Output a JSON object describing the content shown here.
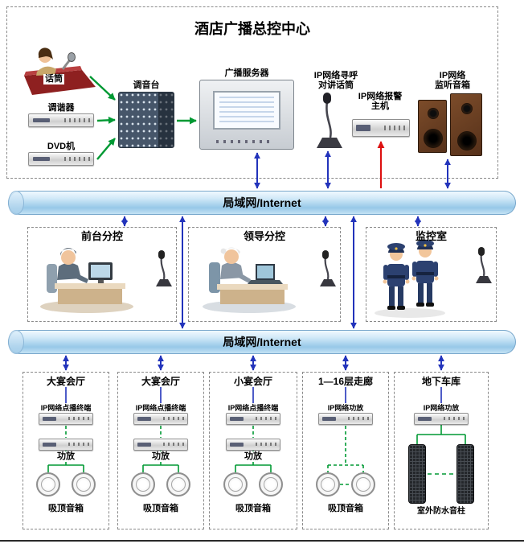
{
  "title": "酒店广播总控中心",
  "network": {
    "lan1": "局域网/Internet",
    "lan2": "局域网/Internet"
  },
  "master": {
    "mic_label": "话筒",
    "tuner": "调谐器",
    "dvd": "DVD机",
    "mixer": "调音台",
    "server": "广播服务器",
    "paging_mic": [
      "IP网络寻呼",
      "对讲话筒"
    ],
    "alarm": [
      "IP网络报警",
      "主机"
    ],
    "monitor_speaker": [
      "IP网络",
      "监听音箱"
    ]
  },
  "rooms": [
    {
      "label": "前台分控"
    },
    {
      "label": "领导分控"
    },
    {
      "label": "监控室"
    }
  ],
  "zones": [
    {
      "label": "大宴会厅",
      "device": "IP网络点播终端",
      "amp": "功放",
      "speakers": "吸顶音箱"
    },
    {
      "label": "大宴会厅",
      "device": "IP网络点播终端",
      "amp": "功放",
      "speakers": "吸顶音箱"
    },
    {
      "label": "小宴会厅",
      "device": "IP网络点播终端",
      "amp": "功放",
      "speakers": "吸顶音箱"
    },
    {
      "label": "1—16层走廊",
      "device": "IP网络功放",
      "speakers": "吸顶音箱"
    },
    {
      "label": "地下车库",
      "device": "IP网络功放",
      "speakers": "室外防水音柱"
    }
  ],
  "colors": {
    "arrow_green": "#009933",
    "arrow_blue": "#2233bb",
    "arrow_red": "#dd1111",
    "pipe_fill": "#bfe0f5"
  }
}
